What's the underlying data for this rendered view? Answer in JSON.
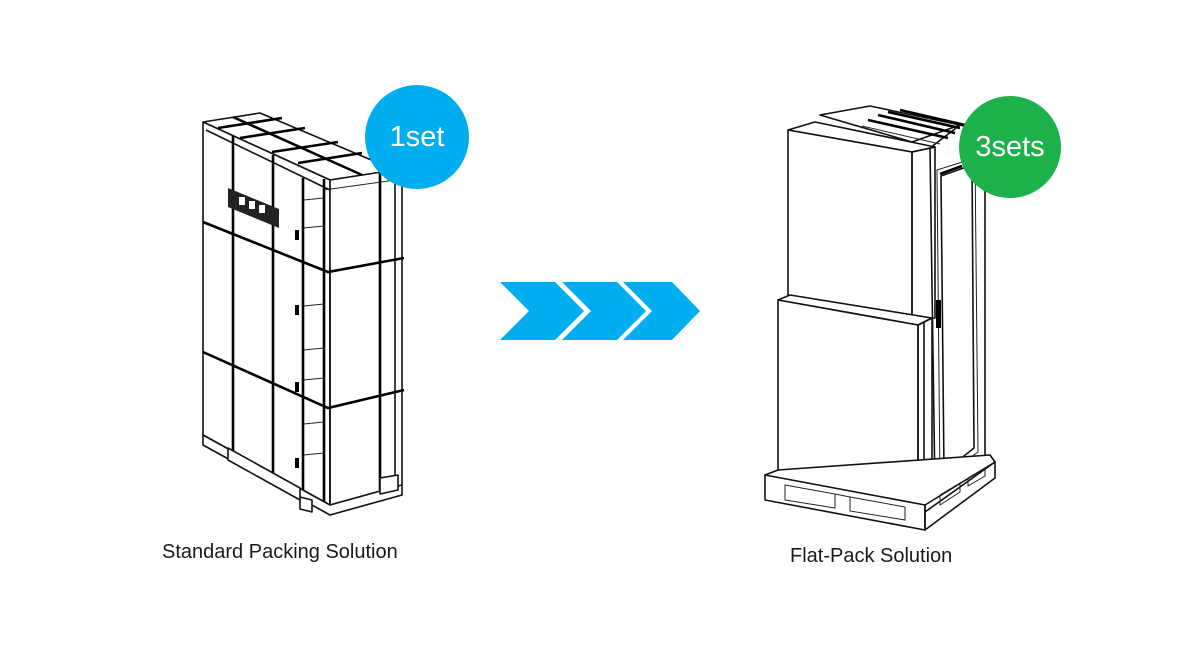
{
  "left": {
    "caption": "Standard Packing Solution",
    "badge": {
      "text": "1set",
      "color": "#00AEEF"
    },
    "illustration": "cabinet-packed-on-pallet"
  },
  "right": {
    "caption": "Flat-Pack Solution",
    "badge": {
      "text": "3sets",
      "color": "#1DB14B"
    },
    "illustration": "flat-pack-on-pallet"
  },
  "transition": {
    "icon": "triple-chevron-arrow",
    "count": 3,
    "color": "#00AEEF"
  }
}
